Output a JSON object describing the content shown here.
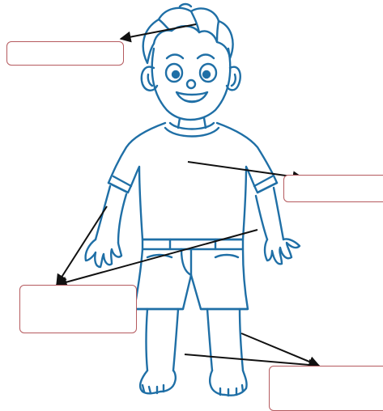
{
  "worksheet": {
    "figure": "boy-outline",
    "boy_line_color": "#1f6fa6",
    "box_border_color": "#b55a5e",
    "arrow_color": "#111111",
    "answer_boxes": [
      {
        "id": "hair",
        "value": ""
      },
      {
        "id": "chest",
        "value": ""
      },
      {
        "id": "hands",
        "value": ""
      },
      {
        "id": "legs",
        "value": ""
      }
    ]
  }
}
